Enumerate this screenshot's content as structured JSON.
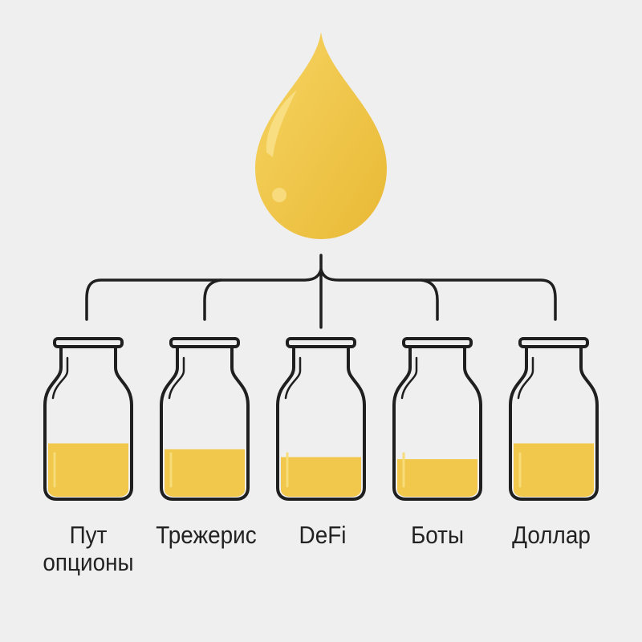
{
  "colors": {
    "background": "#efefef",
    "liquid": "#f1c84b",
    "liquid_highlight": "#f7dc7a",
    "outline": "#1f1f1f"
  },
  "source": {
    "icon": "oil-drop-icon"
  },
  "jars": [
    {
      "label": "Пут опционы",
      "fill_fraction": 0.52
    },
    {
      "label": "Трежерис",
      "fill_fraction": 0.46
    },
    {
      "label": "DeFi",
      "fill_fraction": 0.38
    },
    {
      "label": "Боты",
      "fill_fraction": 0.36
    },
    {
      "label": "Доллар",
      "fill_fraction": 0.52
    }
  ]
}
